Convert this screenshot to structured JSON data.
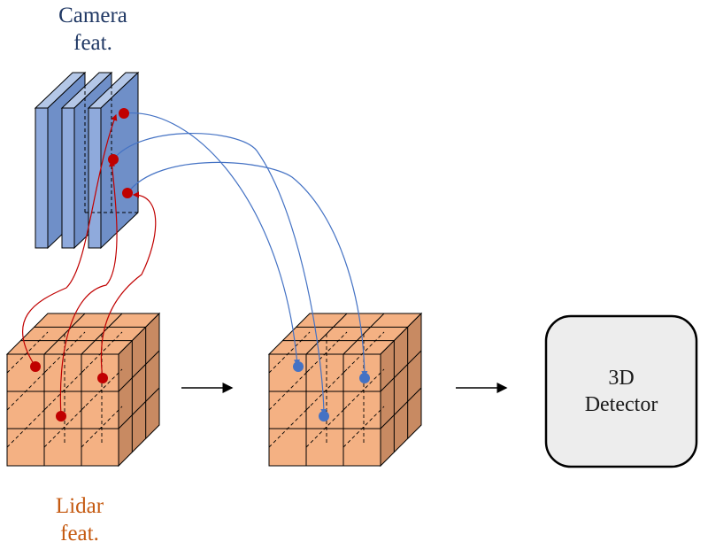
{
  "camera_label": {
    "line1": "Camera",
    "line2": "feat."
  },
  "lidar_label": {
    "line1": "Lidar",
    "line2": "feat."
  },
  "detector": {
    "line1": "3D",
    "line2": "Detector"
  },
  "colors": {
    "camera_text": "#203864",
    "lidar_text": "#c55a11",
    "camera_plane_front": "#8faadc",
    "camera_plane_side": "#6f8fc8",
    "lidar_cube_front": "#f4b183",
    "lidar_cube_side": "#c88a62",
    "red_point": "#c00000",
    "blue_point": "#4472c4",
    "detector_fill": "#ededed"
  }
}
